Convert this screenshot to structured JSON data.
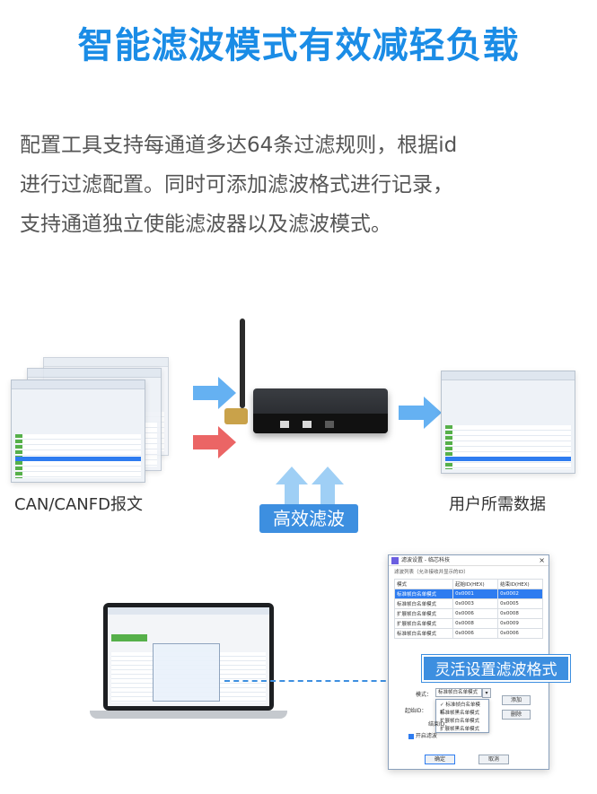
{
  "headline": "智能滤波模式有效减轻负载",
  "description": {
    "line1": "配置工具支持每通道多达64条过滤规则，根据id",
    "line2": "进行过滤配置。同时可添加滤波格式进行记录，",
    "line3": "支持通道独立使能滤波器以及滤波模式。"
  },
  "captions": {
    "left": "CAN/CANFD报文",
    "right": "用户所需数据",
    "center_badge": "高效滤波",
    "overlay": "灵活设置滤波格式"
  },
  "dialog": {
    "title": "滤波设置 - 临芯科技",
    "subtitle": "滤波列表（允许接收并显示的ID）",
    "columns": [
      "模式",
      "起始ID(HEX)",
      "结束ID(HEX)"
    ],
    "rows": [
      [
        "标准帧白名单模式",
        "0x0001",
        "0x0002"
      ],
      [
        "标准帧白名单模式",
        "0x0003",
        "0x0005"
      ],
      [
        "扩展帧白名单模式",
        "0x0006",
        "0x0008"
      ],
      [
        "扩展帧白名单模式",
        "0x0008",
        "0x0009"
      ],
      [
        "标准帧白名单模式",
        "0x0006",
        "0x0006"
      ]
    ],
    "mode_label": "模式：",
    "mode_value": "标准帧白名单模式",
    "start_label": "起始ID：",
    "end_label": "结束ID：",
    "add_button": "添加",
    "delete_button": "删除",
    "enable_label": "开启滤波",
    "ok_button": "确定",
    "cancel_button": "取消",
    "dropdown_options": [
      "标准帧白名单模式",
      "标准帧黑名单模式",
      "扩展帧白名单模式",
      "扩展帧黑名单模式"
    ]
  },
  "colors": {
    "accent": "#1a8ce6",
    "badge": "#3d8fe0",
    "arrow_blue": "#4aa3f0",
    "arrow_red": "#e84a4a"
  }
}
